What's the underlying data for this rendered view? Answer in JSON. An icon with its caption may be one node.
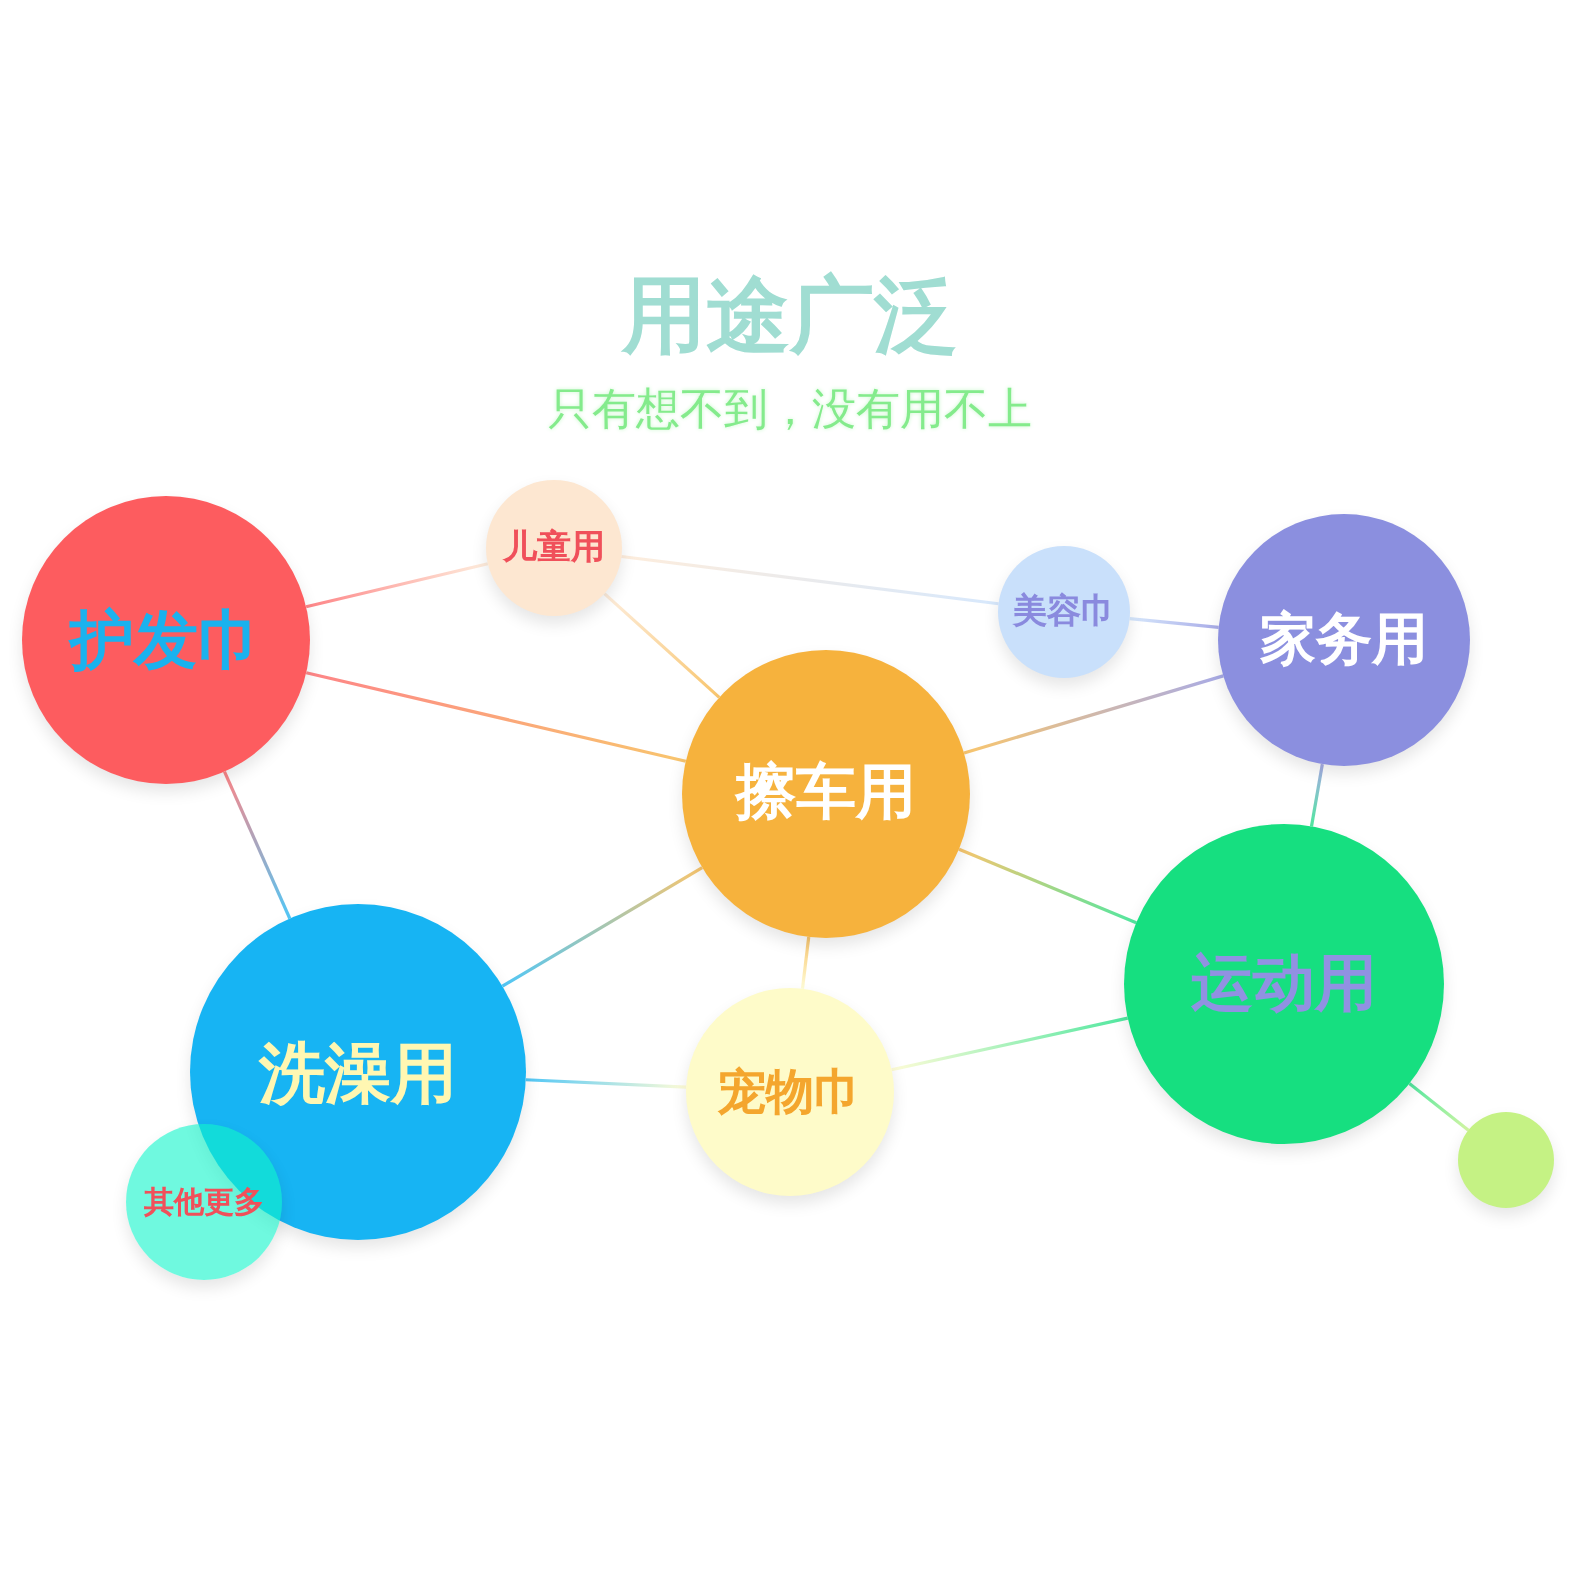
{
  "diagram": {
    "title": "用途广泛",
    "nodes": [
      {
        "text": [
          "护发巾"
        ]
      },
      {
        "text": [
          "儿童用"
        ]
      },
      {
        "text": [
          "美容巾"
        ]
      },
      {
        "text": [
          "家务用"
        ]
      },
      {
        "text": [
          "擦车用"
        ]
      },
      {
        "text": [
          "洗澡用"
        ]
      },
      {
        "text": [
          "宠物巾"
        ]
      },
      {
        "text": [
          "运动用"
        ]
      },
      {
        "text": [
          "其他更多"
        ]
      },
      {
        "text": [],
        "shape": "circle"
      }
    ],
    "edges": [
      {
        "from": 0,
        "to": 1,
        "arrow": "none"
      },
      {
        "from": 1,
        "to": 2,
        "arrow": "none"
      },
      {
        "from": 1,
        "to": 4,
        "arrow": "none"
      },
      {
        "from": 0,
        "to": 4,
        "arrow": "none"
      },
      {
        "from": 0,
        "to": 5,
        "arrow": "none"
      },
      {
        "from": 2,
        "to": 3,
        "arrow": "none"
      },
      {
        "from": 4,
        "to": 3,
        "arrow": "none"
      },
      {
        "from": 3,
        "to": 7,
        "arrow": "none"
      },
      {
        "from": 4,
        "to": 7,
        "arrow": "none"
      },
      {
        "from": 4,
        "to": 5,
        "arrow": "none"
      },
      {
        "from": 4,
        "to": 6,
        "arrow": "none"
      },
      {
        "from": 5,
        "to": 6,
        "arrow": "none"
      },
      {
        "from": 6,
        "to": 7,
        "arrow": "none"
      },
      {
        "from": 7,
        "to": 9,
        "arrow": "none"
      }
    ],
    "labels": [
      "只有想不到，没有用不上"
    ]
  }
}
